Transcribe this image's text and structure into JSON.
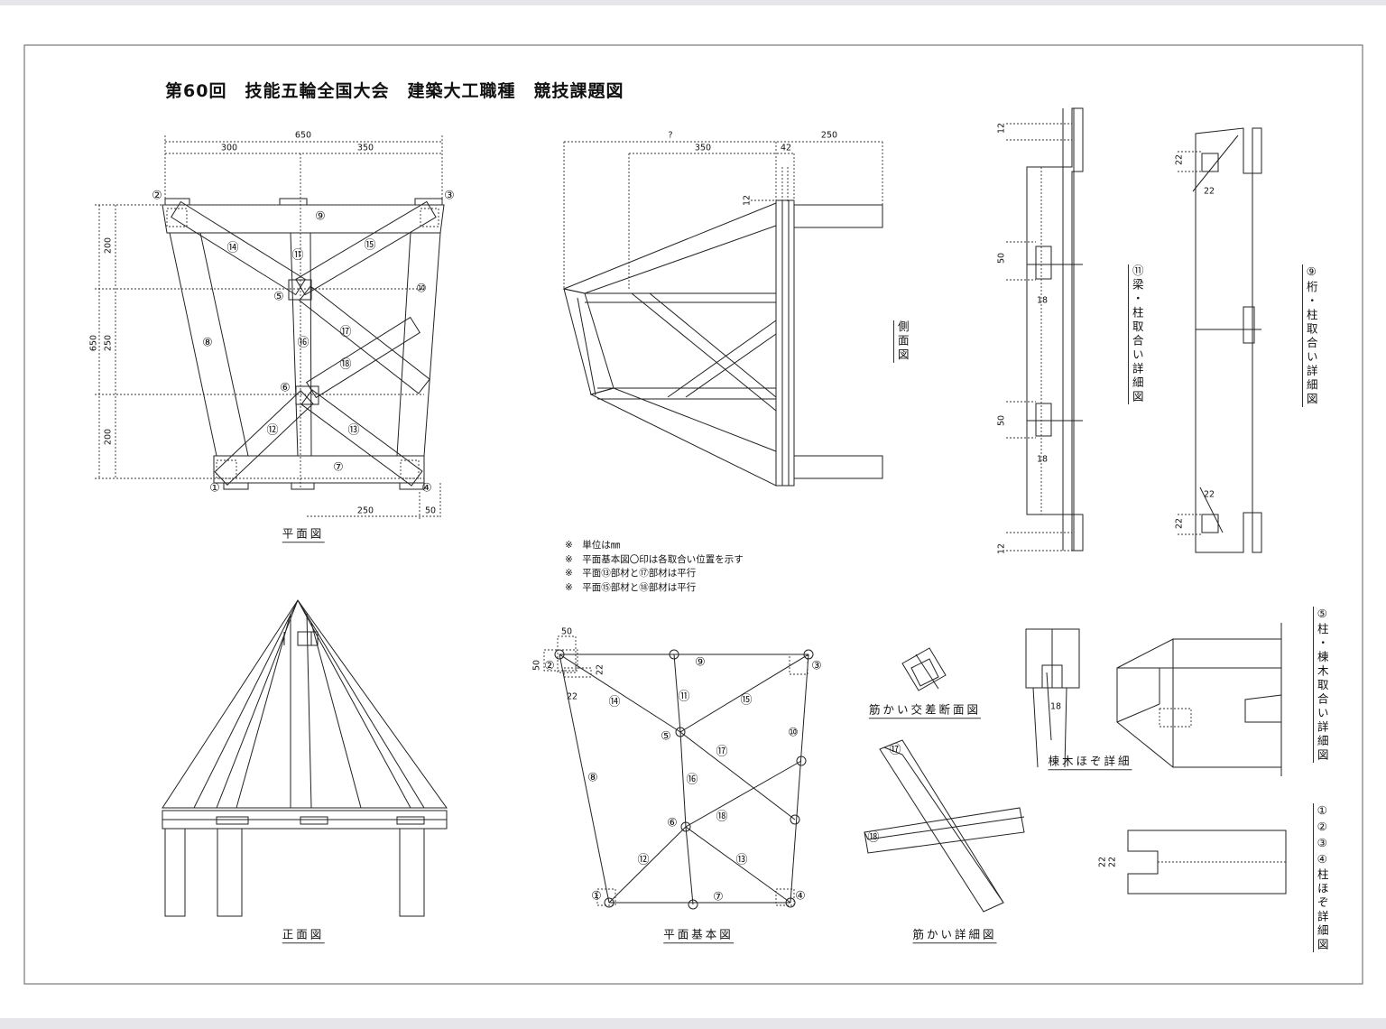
{
  "title": "第60回　技能五輪全国大会　建築大工職種　競技課題図",
  "plan_view": {
    "caption": "平面図",
    "dims": {
      "total_w": "650",
      "left_w": "300",
      "right_w": "350",
      "total_h": "650",
      "h1": "200",
      "h2": "250",
      "h3": "200",
      "bottom": "250",
      "bottom_edge": "50"
    },
    "labels": [
      "⑨",
      "⑭",
      "⑪",
      "⑮",
      "⑤",
      "⑩",
      "⑧",
      "⑯",
      "⑰",
      "⑱",
      "⑥",
      "⑫",
      "⑬",
      "⑦",
      "①",
      "②",
      "③",
      "④"
    ]
  },
  "side_view": {
    "caption": "側面図",
    "dims": {
      "total": "?",
      "right": "250",
      "mid": "350",
      "post": "42",
      "top": "12"
    }
  },
  "front_view": {
    "caption": "正面図"
  },
  "notes": [
    "※　単位は㎜",
    "※　平面基本図〇印は各取合い位置を示す",
    "※　平面⑬部材と⑰部材は平行",
    "※　平面⑮部材と⑱部材は平行"
  ],
  "plan_basic": {
    "caption": "平面基本図",
    "dims": {
      "w": "50",
      "h": "50",
      "a": "22",
      "b": "22"
    },
    "labels": [
      "②",
      "③",
      "⑨",
      "⑪",
      "⑭",
      "⑮",
      "⑤",
      "⑩",
      "⑰",
      "⑧",
      "⑯",
      "⑥",
      "⑱",
      "⑫",
      "⑬",
      "①",
      "⑦",
      "④"
    ]
  },
  "brace_cross_section": {
    "caption": "筋かい交差断面図"
  },
  "brace_detail": {
    "caption": "筋かい詳細図",
    "labels": [
      "⑰",
      "⑱"
    ]
  },
  "ridge_tenon": {
    "caption": "棟木ほぞ詳細",
    "dim": "18"
  },
  "beam_detail": {
    "caption": "⑪梁・柱取合い詳細図",
    "dims": [
      "12",
      "50",
      "18",
      "50",
      "18",
      "12"
    ]
  },
  "girder_detail": {
    "caption": "⑨桁・柱取合い詳細図",
    "dims": [
      "22",
      "22",
      "22",
      "22"
    ]
  },
  "post_ridge_detail": {
    "caption": "⑤柱・棟木取合い詳細図"
  },
  "post_tenon_detail": {
    "caption": "①②③④柱ほぞ詳細図",
    "dims": [
      "22",
      "22"
    ]
  }
}
